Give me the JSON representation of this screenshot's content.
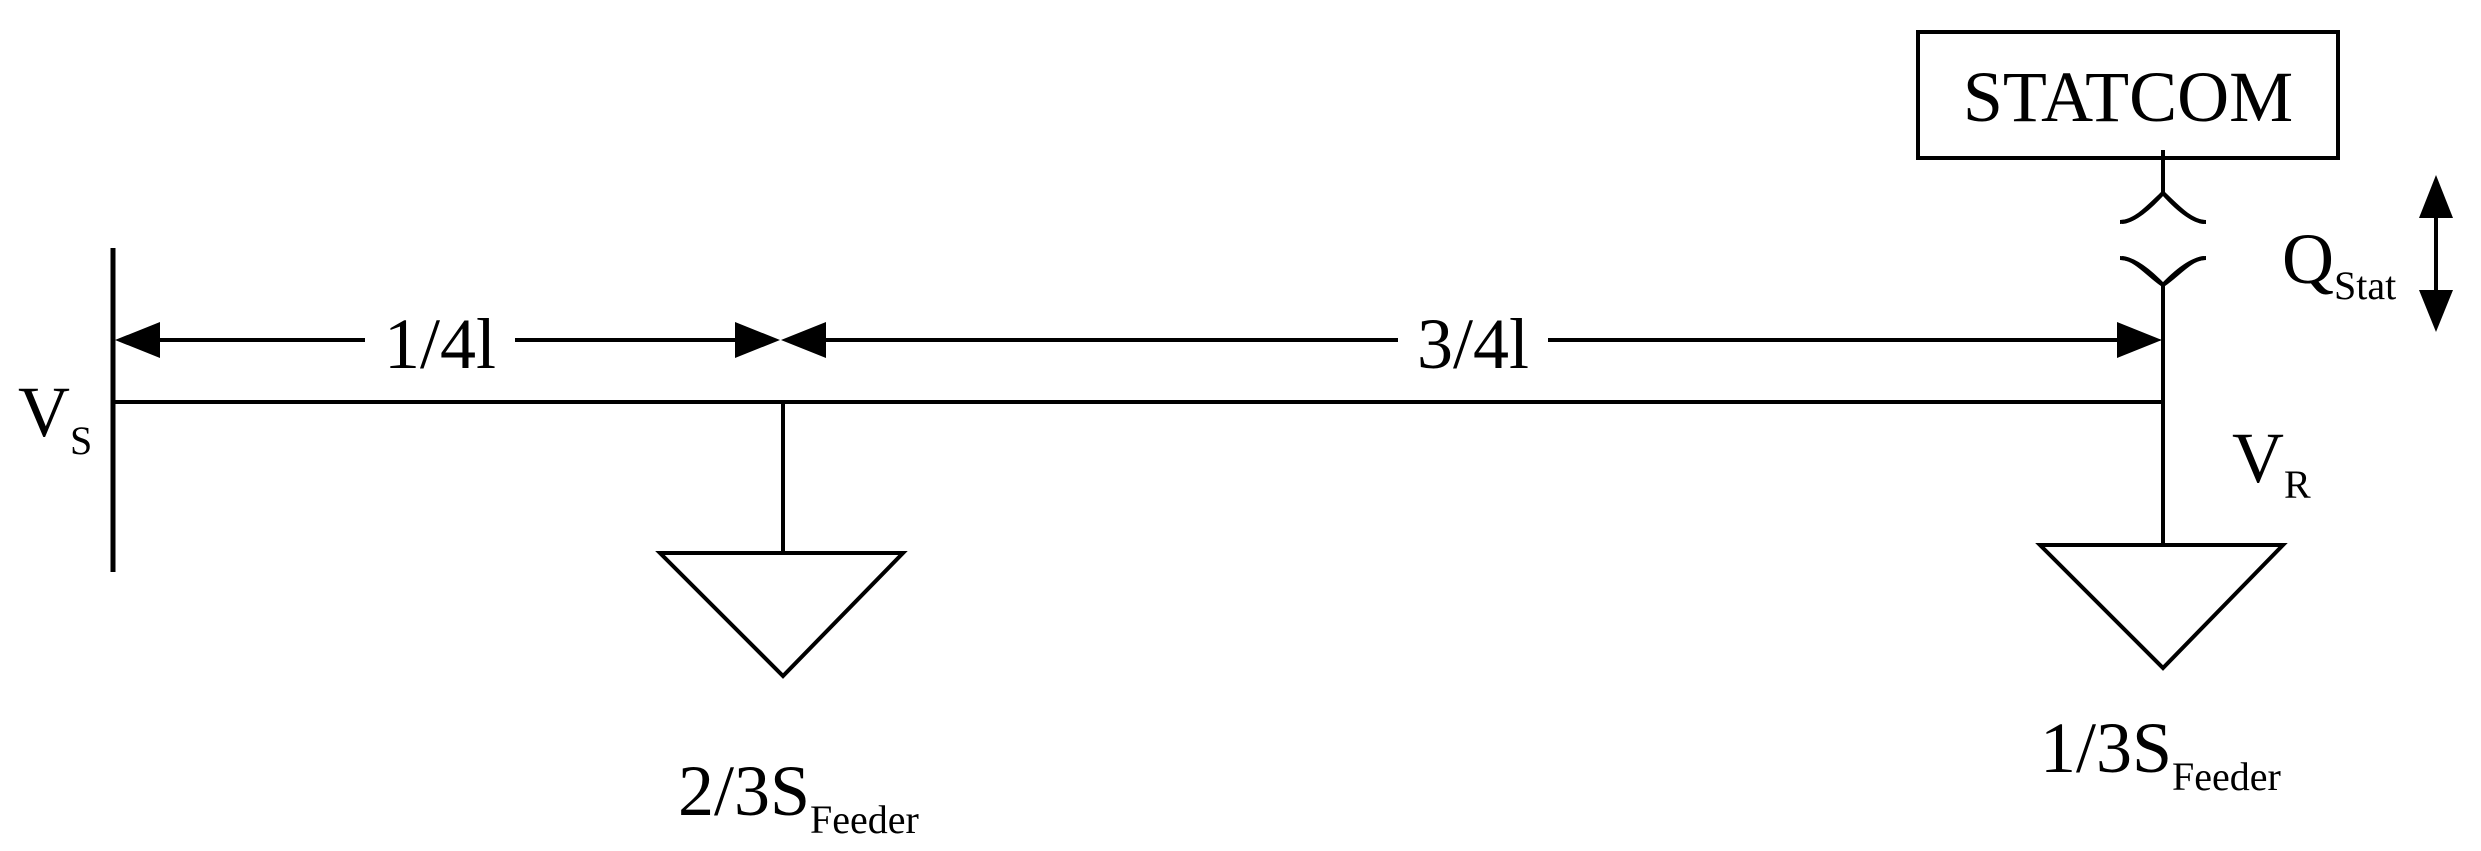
{
  "statcom": {
    "label": "STATCOM"
  },
  "source_bus": {
    "symbol": "V",
    "subscript": "S"
  },
  "receiving_bus": {
    "symbol": "V",
    "subscript": "R"
  },
  "segments": [
    {
      "label": "1/4l"
    },
    {
      "label": "3/4l"
    }
  ],
  "loads": [
    {
      "prefix": "2/3S",
      "subscript": "Feeder"
    },
    {
      "prefix": "1/3S",
      "subscript": "Feeder"
    }
  ],
  "reactive_power": {
    "symbol": "Q",
    "subscript": "Stat"
  },
  "colors": {
    "line": "#000000",
    "background": "#ffffff"
  }
}
